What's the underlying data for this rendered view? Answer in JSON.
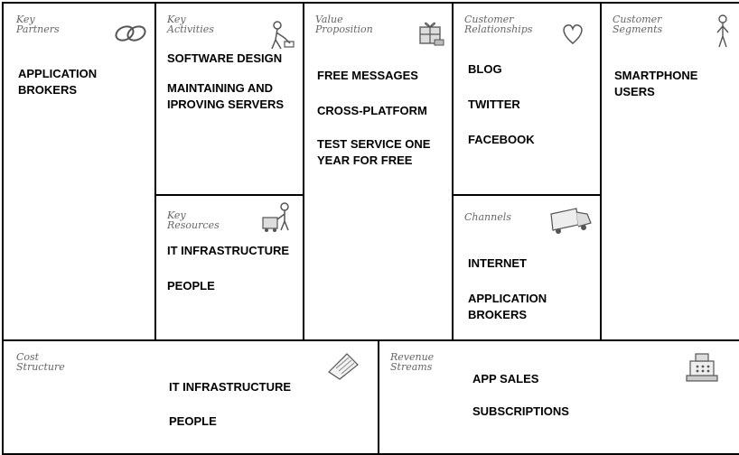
{
  "canvas": {
    "key_partners": {
      "label": "Key\nPartners",
      "items": [
        "APPLICATION\nBROKERS"
      ]
    },
    "key_activities": {
      "label": "Key\nActivities",
      "items": [
        "SOFTWARE DESIGN",
        "MAINTAINING AND\nIPROVING SERVERS"
      ]
    },
    "key_resources": {
      "label": "Key\nResources",
      "items": [
        "IT INFRASTRUCTURE",
        "PEOPLE"
      ]
    },
    "value_proposition": {
      "label": "Value\nProposition",
      "items": [
        "FREE MESSAGES",
        "CROSS-PLATFORM",
        "TEST SERVICE ONE\nYEAR FOR FREE"
      ]
    },
    "customer_relationships": {
      "label": "Customer\nRelationships",
      "items": [
        "BLOG",
        "TWITTER",
        "FACEBOOK"
      ]
    },
    "channels": {
      "label": "Channels",
      "items": [
        "INTERNET",
        "APPLICATION\nBROKERS"
      ]
    },
    "customer_segments": {
      "label": "Customer\nSegments",
      "items": [
        "SMARTPHONE\nUSERS"
      ]
    },
    "cost_structure": {
      "label": "Cost\nStructure",
      "items": [
        "IT INFRASTRUCTURE",
        "PEOPLE"
      ]
    },
    "revenue_streams": {
      "label": "Revenue\nStreams",
      "items": [
        "APP SALES",
        "SUBSCRIPTIONS"
      ]
    }
  },
  "icons": {
    "key_partners": "chain-link-icon",
    "key_activities": "worker-icon",
    "key_resources": "worker-with-cart-icon",
    "value_proposition": "gift-box-icon",
    "customer_relationships": "heart-icon",
    "channels": "truck-icon",
    "customer_segments": "person-icon",
    "cost_structure": "receipt-icon",
    "revenue_streams": "cash-register-icon"
  }
}
